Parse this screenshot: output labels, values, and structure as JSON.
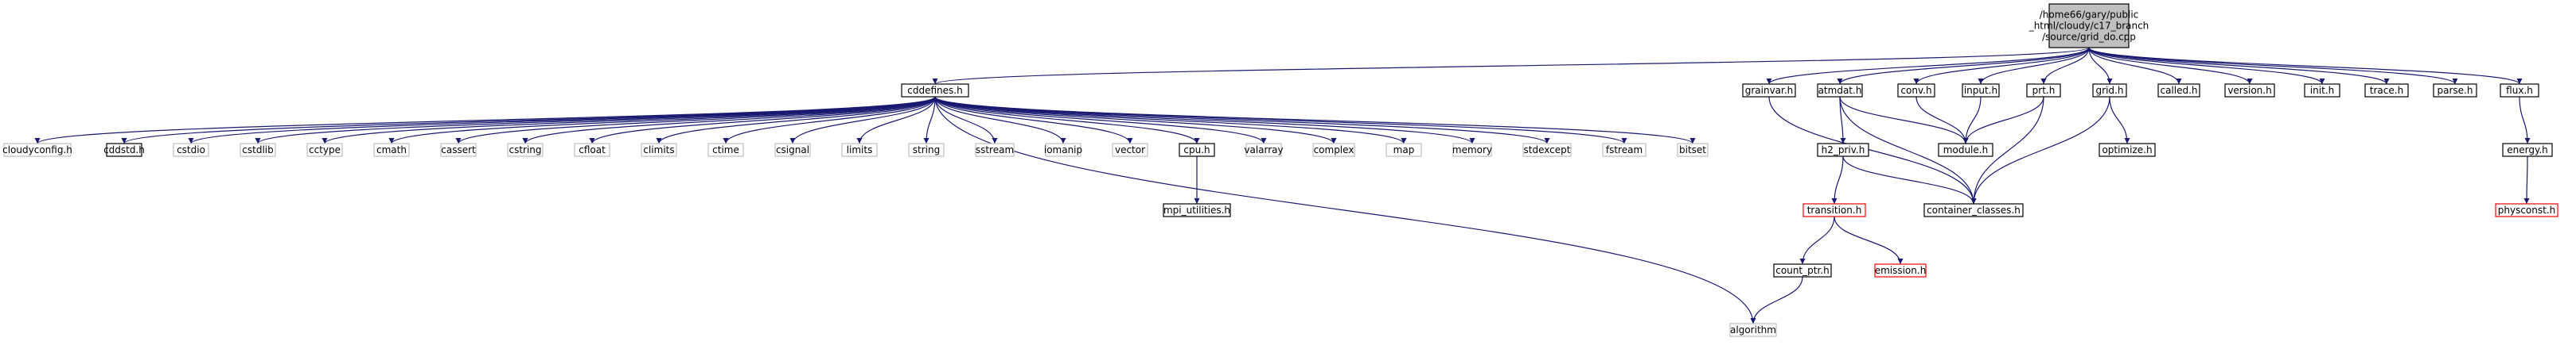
{
  "colors": {
    "edge": "#191970",
    "node_border_black": "#000000",
    "node_border_gray": "#bfbfbf",
    "node_border_red": "#ff0000",
    "root_fill": "#bfbfbf",
    "node_fill": "#ffffff"
  },
  "nodes": [
    {
      "id": "root",
      "lines": [
        "/home66/gary/public",
        "_html/cloudy/c17_branch",
        "/source/grid_do.cpp"
      ],
      "style": "root"
    },
    {
      "id": "cddefines_h",
      "lines": [
        "cddefines.h"
      ],
      "style": "black"
    },
    {
      "id": "cloudyconfig_h",
      "lines": [
        "cloudyconfig.h"
      ],
      "style": "gray"
    },
    {
      "id": "cddstd_h",
      "lines": [
        "cddstd.h"
      ],
      "style": "black"
    },
    {
      "id": "cstdio",
      "lines": [
        "cstdio"
      ],
      "style": "gray"
    },
    {
      "id": "cstdlib",
      "lines": [
        "cstdlib"
      ],
      "style": "gray"
    },
    {
      "id": "cctype",
      "lines": [
        "cctype"
      ],
      "style": "gray"
    },
    {
      "id": "cmath",
      "lines": [
        "cmath"
      ],
      "style": "gray"
    },
    {
      "id": "cassert",
      "lines": [
        "cassert"
      ],
      "style": "gray"
    },
    {
      "id": "cstring",
      "lines": [
        "cstring"
      ],
      "style": "gray"
    },
    {
      "id": "cfloat",
      "lines": [
        "cfloat"
      ],
      "style": "gray"
    },
    {
      "id": "climits",
      "lines": [
        "climits"
      ],
      "style": "gray"
    },
    {
      "id": "ctime",
      "lines": [
        "ctime"
      ],
      "style": "gray"
    },
    {
      "id": "csignal",
      "lines": [
        "csignal"
      ],
      "style": "gray"
    },
    {
      "id": "limits",
      "lines": [
        "limits"
      ],
      "style": "gray"
    },
    {
      "id": "string",
      "lines": [
        "string"
      ],
      "style": "gray"
    },
    {
      "id": "sstream",
      "lines": [
        "sstream"
      ],
      "style": "gray"
    },
    {
      "id": "iomanip",
      "lines": [
        "iomanip"
      ],
      "style": "gray"
    },
    {
      "id": "vector",
      "lines": [
        "vector"
      ],
      "style": "gray"
    },
    {
      "id": "cpu_h",
      "lines": [
        "cpu.h"
      ],
      "style": "black"
    },
    {
      "id": "valarray",
      "lines": [
        "valarray"
      ],
      "style": "gray"
    },
    {
      "id": "complex",
      "lines": [
        "complex"
      ],
      "style": "gray"
    },
    {
      "id": "map",
      "lines": [
        "map"
      ],
      "style": "gray"
    },
    {
      "id": "memory",
      "lines": [
        "memory"
      ],
      "style": "gray"
    },
    {
      "id": "stdexcept",
      "lines": [
        "stdexcept"
      ],
      "style": "gray"
    },
    {
      "id": "fstream",
      "lines": [
        "fstream"
      ],
      "style": "gray"
    },
    {
      "id": "bitset",
      "lines": [
        "bitset"
      ],
      "style": "gray"
    },
    {
      "id": "mpi_utilities_h",
      "lines": [
        "mpi_utilities.h"
      ],
      "style": "black"
    },
    {
      "id": "algorithm",
      "lines": [
        "algorithm"
      ],
      "style": "gray"
    },
    {
      "id": "grainvar_h",
      "lines": [
        "grainvar.h"
      ],
      "style": "black"
    },
    {
      "id": "atmdat_h",
      "lines": [
        "atmdat.h"
      ],
      "style": "black"
    },
    {
      "id": "conv_h",
      "lines": [
        "conv.h"
      ],
      "style": "black"
    },
    {
      "id": "input_h",
      "lines": [
        "input.h"
      ],
      "style": "black"
    },
    {
      "id": "prt_h",
      "lines": [
        "prt.h"
      ],
      "style": "black"
    },
    {
      "id": "grid_h",
      "lines": [
        "grid.h"
      ],
      "style": "black"
    },
    {
      "id": "called_h",
      "lines": [
        "called.h"
      ],
      "style": "black"
    },
    {
      "id": "version_h",
      "lines": [
        "version.h"
      ],
      "style": "black"
    },
    {
      "id": "init_h",
      "lines": [
        "init.h"
      ],
      "style": "black"
    },
    {
      "id": "trace_h",
      "lines": [
        "trace.h"
      ],
      "style": "black"
    },
    {
      "id": "parse_h",
      "lines": [
        "parse.h"
      ],
      "style": "black"
    },
    {
      "id": "flux_h",
      "lines": [
        "flux.h"
      ],
      "style": "black"
    },
    {
      "id": "h2_priv_h",
      "lines": [
        "h2_priv.h"
      ],
      "style": "black"
    },
    {
      "id": "module_h",
      "lines": [
        "module.h"
      ],
      "style": "black"
    },
    {
      "id": "optimize_h",
      "lines": [
        "optimize.h"
      ],
      "style": "black"
    },
    {
      "id": "energy_h",
      "lines": [
        "energy.h"
      ],
      "style": "black"
    },
    {
      "id": "transition_h",
      "lines": [
        "transition.h"
      ],
      "style": "red"
    },
    {
      "id": "container_classes_h",
      "lines": [
        "container_classes.h"
      ],
      "style": "black"
    },
    {
      "id": "physconst_h",
      "lines": [
        "physconst.h"
      ],
      "style": "red"
    },
    {
      "id": "count_ptr_h",
      "lines": [
        "count_ptr.h"
      ],
      "style": "black"
    },
    {
      "id": "emission_h",
      "lines": [
        "emission.h"
      ],
      "style": "red"
    }
  ],
  "edges": [
    [
      "root",
      "cddefines_h"
    ],
    [
      "root",
      "grainvar_h"
    ],
    [
      "root",
      "atmdat_h"
    ],
    [
      "root",
      "conv_h"
    ],
    [
      "root",
      "input_h"
    ],
    [
      "root",
      "prt_h"
    ],
    [
      "root",
      "grid_h"
    ],
    [
      "root",
      "called_h"
    ],
    [
      "root",
      "version_h"
    ],
    [
      "root",
      "init_h"
    ],
    [
      "root",
      "trace_h"
    ],
    [
      "root",
      "parse_h"
    ],
    [
      "root",
      "flux_h"
    ],
    [
      "cddefines_h",
      "cloudyconfig_h"
    ],
    [
      "cddefines_h",
      "cddstd_h"
    ],
    [
      "cddefines_h",
      "cstdio"
    ],
    [
      "cddefines_h",
      "cstdlib"
    ],
    [
      "cddefines_h",
      "cctype"
    ],
    [
      "cddefines_h",
      "cmath"
    ],
    [
      "cddefines_h",
      "cassert"
    ],
    [
      "cddefines_h",
      "cstring"
    ],
    [
      "cddefines_h",
      "cfloat"
    ],
    [
      "cddefines_h",
      "climits"
    ],
    [
      "cddefines_h",
      "ctime"
    ],
    [
      "cddefines_h",
      "csignal"
    ],
    [
      "cddefines_h",
      "limits"
    ],
    [
      "cddefines_h",
      "string"
    ],
    [
      "cddefines_h",
      "sstream"
    ],
    [
      "cddefines_h",
      "iomanip"
    ],
    [
      "cddefines_h",
      "vector"
    ],
    [
      "cddefines_h",
      "cpu_h"
    ],
    [
      "cddefines_h",
      "valarray"
    ],
    [
      "cddefines_h",
      "complex"
    ],
    [
      "cddefines_h",
      "map"
    ],
    [
      "cddefines_h",
      "memory"
    ],
    [
      "cddefines_h",
      "stdexcept"
    ],
    [
      "cddefines_h",
      "fstream"
    ],
    [
      "cddefines_h",
      "bitset"
    ],
    [
      "cddefines_h",
      "algorithm"
    ],
    [
      "cpu_h",
      "mpi_utilities_h"
    ],
    [
      "grainvar_h",
      "container_classes_h"
    ],
    [
      "atmdat_h",
      "h2_priv_h"
    ],
    [
      "atmdat_h",
      "module_h"
    ],
    [
      "atmdat_h",
      "container_classes_h"
    ],
    [
      "conv_h",
      "module_h"
    ],
    [
      "input_h",
      "module_h"
    ],
    [
      "prt_h",
      "module_h"
    ],
    [
      "prt_h",
      "container_classes_h"
    ],
    [
      "grid_h",
      "optimize_h"
    ],
    [
      "grid_h",
      "container_classes_h"
    ],
    [
      "flux_h",
      "energy_h"
    ],
    [
      "energy_h",
      "physconst_h"
    ],
    [
      "h2_priv_h",
      "transition_h"
    ],
    [
      "h2_priv_h",
      "container_classes_h"
    ],
    [
      "transition_h",
      "count_ptr_h"
    ],
    [
      "transition_h",
      "emission_h"
    ],
    [
      "count_ptr_h",
      "algorithm"
    ]
  ]
}
